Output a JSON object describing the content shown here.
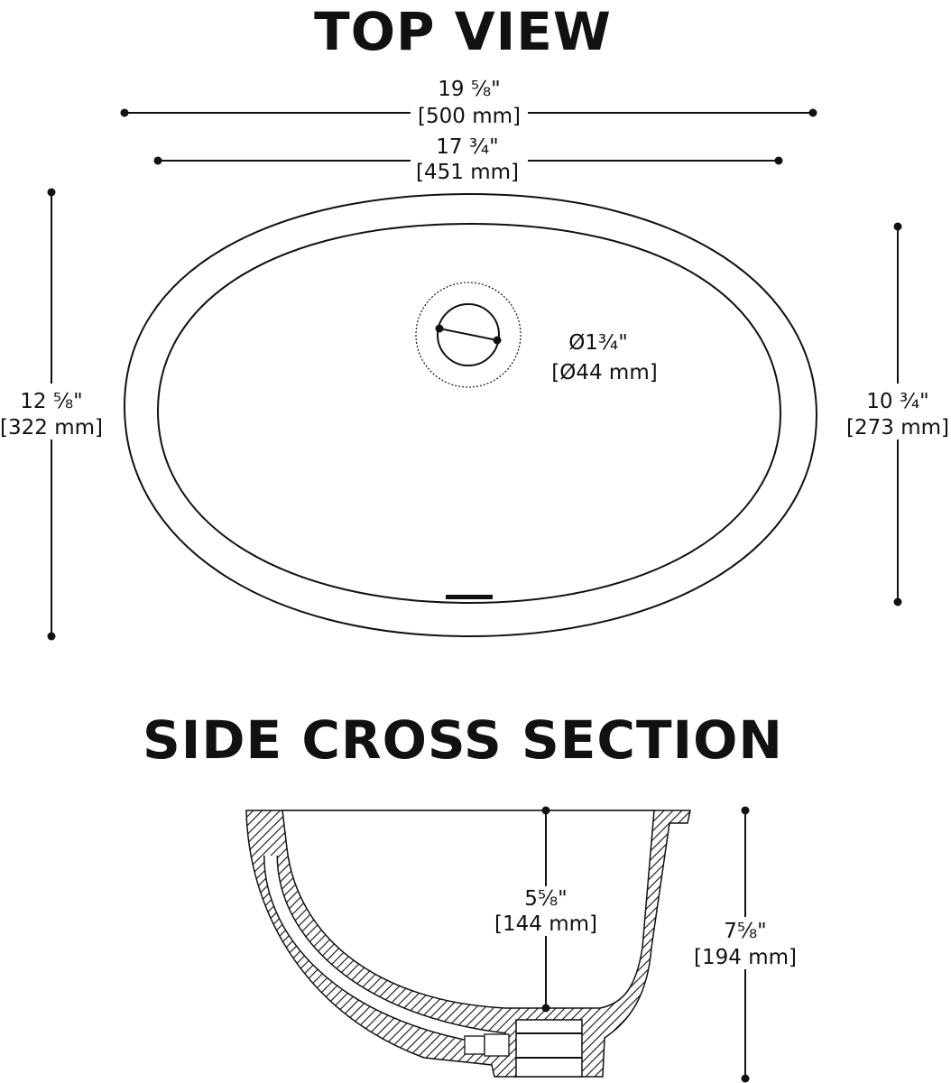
{
  "top_view": {
    "title": "TOP VIEW",
    "overall_length": {
      "imperial": "19 ⅝\"",
      "metric": "[500 mm]"
    },
    "bowl_length": {
      "imperial": "17 ¾\"",
      "metric": "[451 mm]"
    },
    "overall_width": {
      "imperial": "12 ⅝\"",
      "metric": "[322 mm]"
    },
    "bowl_width": {
      "imperial": "10 ¾\"",
      "metric": "[273 mm]"
    },
    "drain": {
      "imperial": "Ø1¾\"",
      "metric": "[Ø44 mm]"
    }
  },
  "side_section": {
    "title": "SIDE CROSS SECTION",
    "bowl_depth": {
      "imperial": "5⅝\"",
      "metric": "[144 mm]"
    },
    "overall_height": {
      "imperial": "7⅝\"",
      "metric": "[194 mm]"
    }
  }
}
